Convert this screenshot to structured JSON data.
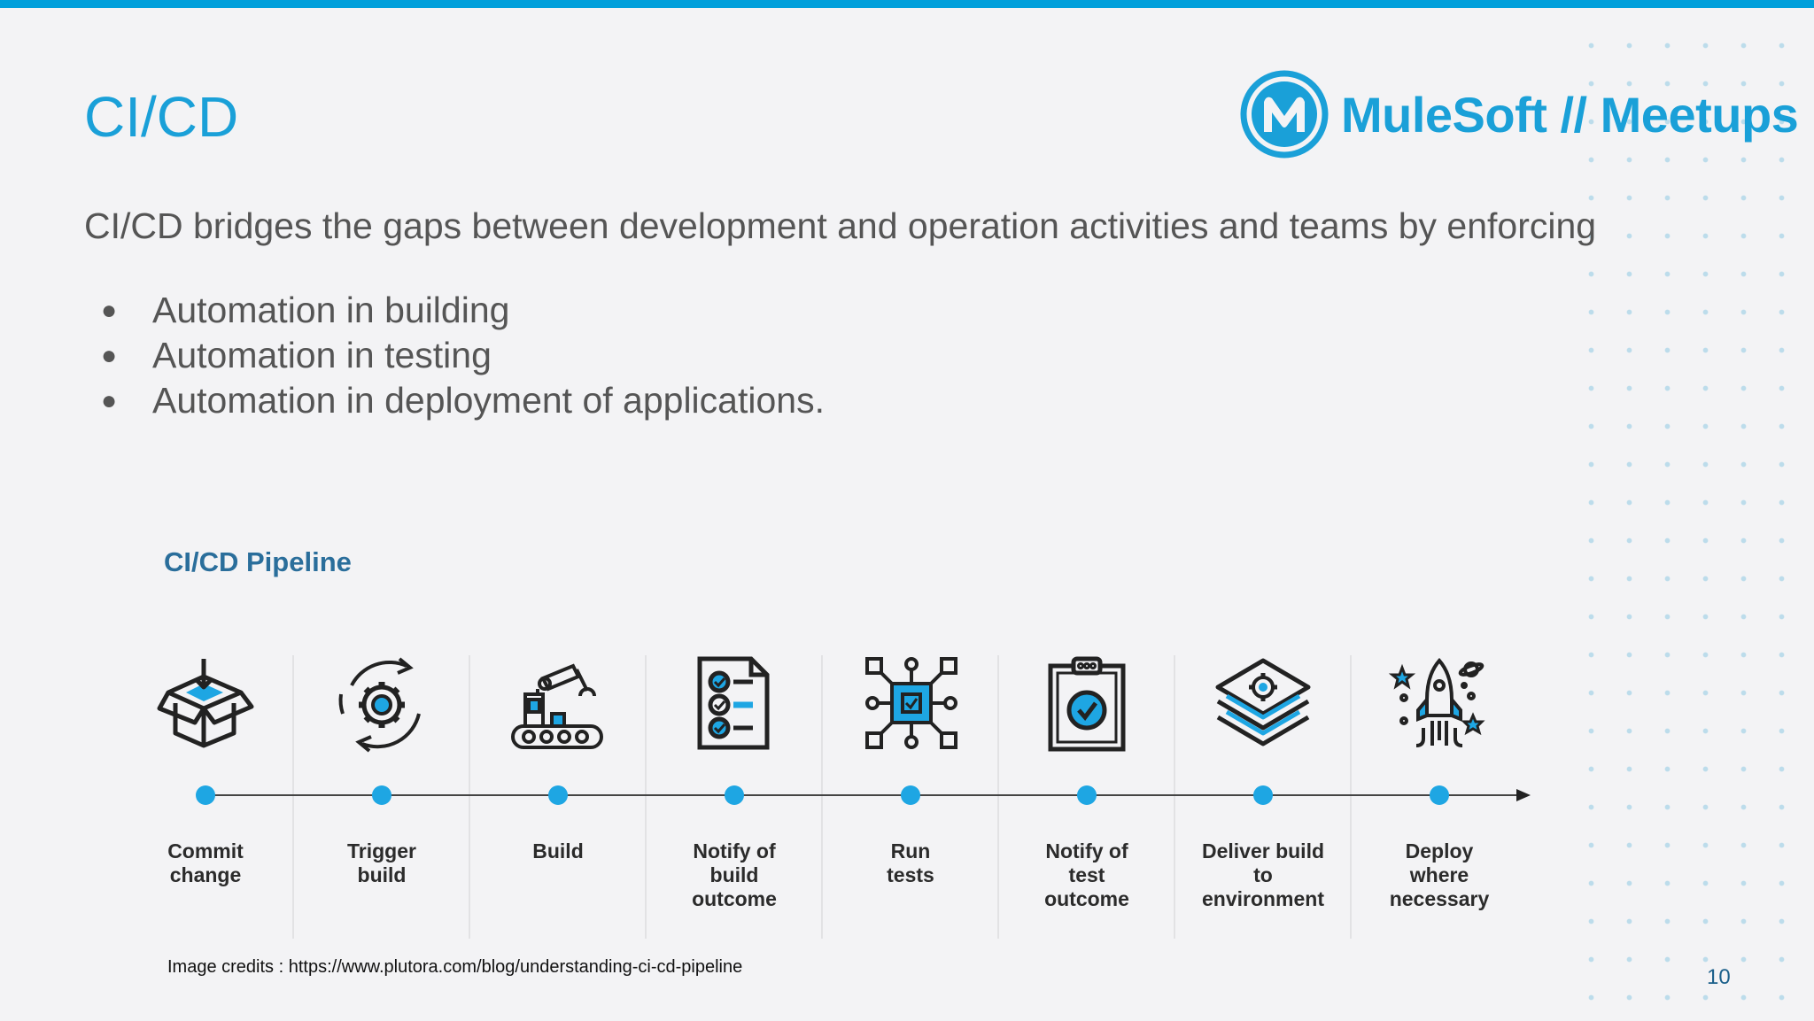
{
  "slide": {
    "title": "CI/CD",
    "intro": "CI/CD bridges the gaps between development and operation activities and teams by enforcing",
    "bullets": [
      "Automation in building",
      "Automation in testing",
      "Automation in deployment of applications."
    ],
    "page_number": "10",
    "credits": "Image credits : https://www.plutora.com/blog/understanding-ci-cd-pipeline"
  },
  "logo": {
    "text": "MuleSoft // Meetups"
  },
  "pipeline": {
    "title": "CI/CD Pipeline",
    "steps": [
      {
        "label": "Commit\nchange",
        "icon": "box-icon"
      },
      {
        "label": "Trigger\nbuild",
        "icon": "gear-cycle-icon"
      },
      {
        "label": "Build",
        "icon": "robot-arm-conveyor-icon"
      },
      {
        "label": "Notify of\nbuild\noutcome",
        "icon": "checklist-icon"
      },
      {
        "label": "Run\ntests",
        "icon": "chip-network-icon"
      },
      {
        "label": "Notify of\ntest\noutcome",
        "icon": "clipboard-check-icon"
      },
      {
        "label": "Deliver build\nto\nenvironment",
        "icon": "layers-gear-icon"
      },
      {
        "label": "Deploy\nwhere\nnecessary",
        "icon": "rocket-icon"
      }
    ]
  },
  "colors": {
    "accent": "#1aa0d8",
    "topbar": "#009fdb",
    "dot": "#1ea6e3",
    "text": "#555555"
  }
}
